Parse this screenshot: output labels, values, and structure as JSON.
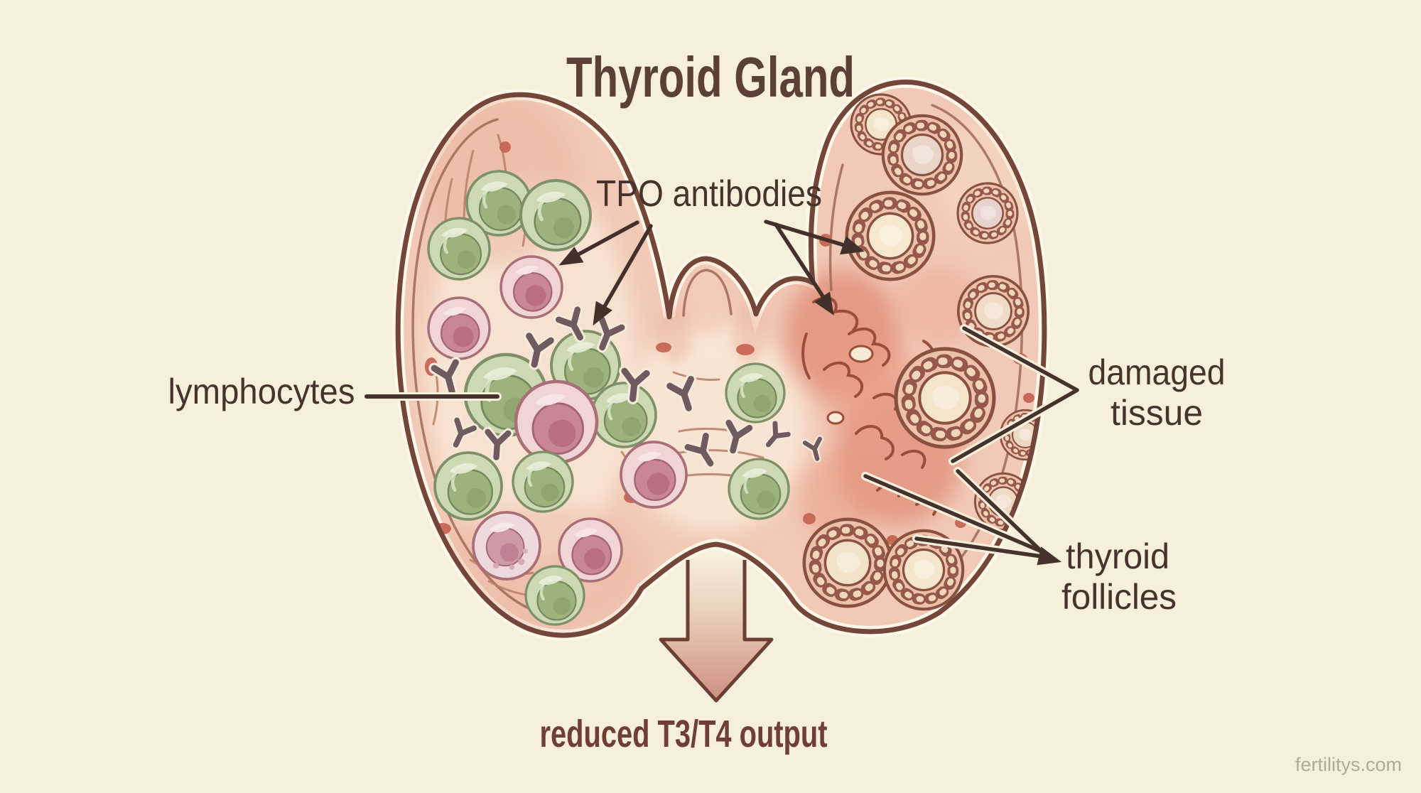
{
  "title": "Thyroid Gland",
  "labels": {
    "tpo_antibodies": "TPO antibodies",
    "lymphocytes": "lymphocytes",
    "damaged_tissue": [
      "damaged",
      "tissue"
    ],
    "thyroid_follicles": [
      "thyroid",
      "follicles"
    ],
    "reduced_output": "reduced T3/T4 output"
  },
  "watermark": "fertilitys.com",
  "colors": {
    "background": "#f6efdc",
    "title_text": "#5a4036",
    "label_text": "#46332b",
    "output_text": "#703f33",
    "watermark_text": "#b0ab95",
    "gland_outline": "#74463a",
    "gland_fill": "#f1c9b6",
    "lymphocyte_green": "#9db37e",
    "lymphocyte_pink": "#c98794",
    "antibody": "#6f5a60",
    "damaged_tissue": "#dd8570",
    "follicle_ring": "#8a5040",
    "follicle_lumen": "#f4e5c9",
    "pointer_line": "#45322b",
    "down_arrow_top": "#f2e4d0",
    "down_arrow_bottom": "#cf8f80"
  }
}
